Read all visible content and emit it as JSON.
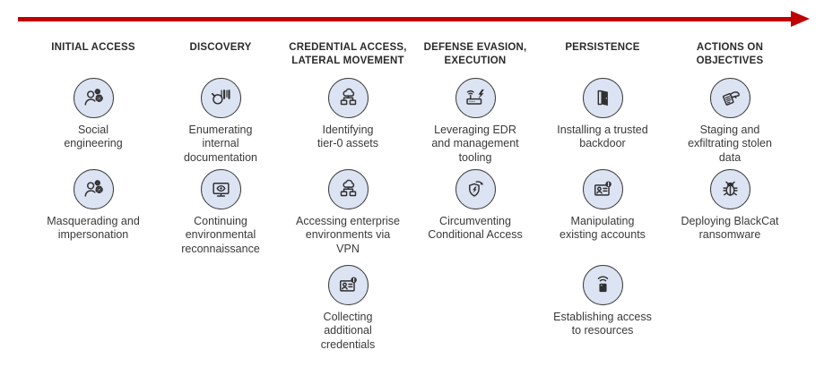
{
  "style": {
    "arrow_color": "#c00000",
    "icon_bg": "#dce3f3",
    "icon_stroke": "#303030",
    "text_color": "#3a3a3a"
  },
  "columns": [
    {
      "header": "INITIAL ACCESS",
      "items": [
        {
          "icon": "person-gears-icon",
          "label": "Social\nengineering",
          "row": 1
        },
        {
          "icon": "person-gears-icon",
          "label": "Masquerading and\nimpersonation",
          "row": 2
        }
      ]
    },
    {
      "header": "DISCOVERY",
      "items": [
        {
          "icon": "barcode-scan-icon",
          "label": "Enumerating\ninternal\ndocumentation",
          "row": 1
        },
        {
          "icon": "monitor-eye-icon",
          "label": "Continuing\nenvironmental\nreconnaissance",
          "row": 2
        }
      ]
    },
    {
      "header": "CREDENTIAL ACCESS,\nLATERAL MOVEMENT",
      "items": [
        {
          "icon": "network-tree-icon",
          "label": "Identifying\ntier-0 assets",
          "row": 1
        },
        {
          "icon": "network-tree-icon",
          "label": "Accessing enterprise\nenvironments via\nVPN",
          "row": 2
        },
        {
          "icon": "id-card-alert-icon",
          "label": "Collecting\nadditional\ncredentials",
          "row": 3
        }
      ]
    },
    {
      "header": "DEFENSE EVASION,\nEXECUTION",
      "items": [
        {
          "icon": "router-bolt-icon",
          "label": "Leveraging EDR\nand management\ntooling",
          "row": 1
        },
        {
          "icon": "shield-bolt-icon",
          "label": "Circumventing\nConditional Access",
          "row": 2
        }
      ]
    },
    {
      "header": "PERSISTENCE",
      "items": [
        {
          "icon": "backdoor-icon",
          "label": "Installing a trusted\nbackdoor",
          "row": 1
        },
        {
          "icon": "id-card-alert-icon",
          "label": "Manipulating\nexisting accounts",
          "row": 2
        },
        {
          "icon": "device-wifi-icon",
          "label": "Establishing access\nto resources",
          "row": 3
        }
      ]
    },
    {
      "header": "ACTIONS ON\nOBJECTIVES",
      "items": [
        {
          "icon": "hand-document-icon",
          "label": "Staging and\nexfiltrating stolen\ndata",
          "row": 1
        },
        {
          "icon": "bug-icon",
          "label": "Deploying BlackCat\nransomware",
          "row": 2
        }
      ]
    }
  ]
}
